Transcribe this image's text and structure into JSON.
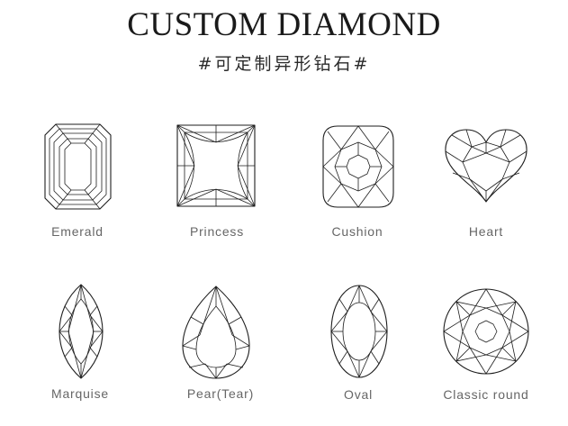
{
  "header": {
    "title": "CUSTOM DIAMOND",
    "subtitle": "#可定制异形钻石#"
  },
  "shapes": [
    {
      "label": "Emerald",
      "icon": "emerald-cut-icon"
    },
    {
      "label": "Princess",
      "icon": "princess-cut-icon"
    },
    {
      "label": "Cushion",
      "icon": "cushion-cut-icon"
    },
    {
      "label": "Heart",
      "icon": "heart-cut-icon"
    },
    {
      "label": "Marquise",
      "icon": "marquise-cut-icon"
    },
    {
      "label": "Pear(Tear)",
      "icon": "pear-cut-icon"
    },
    {
      "label": "Oval",
      "icon": "oval-cut-icon"
    },
    {
      "label": "Classic round",
      "icon": "round-cut-icon"
    }
  ],
  "colors": {
    "line": "#1e1e1e",
    "label": "#666666",
    "background": "#ffffff"
  }
}
